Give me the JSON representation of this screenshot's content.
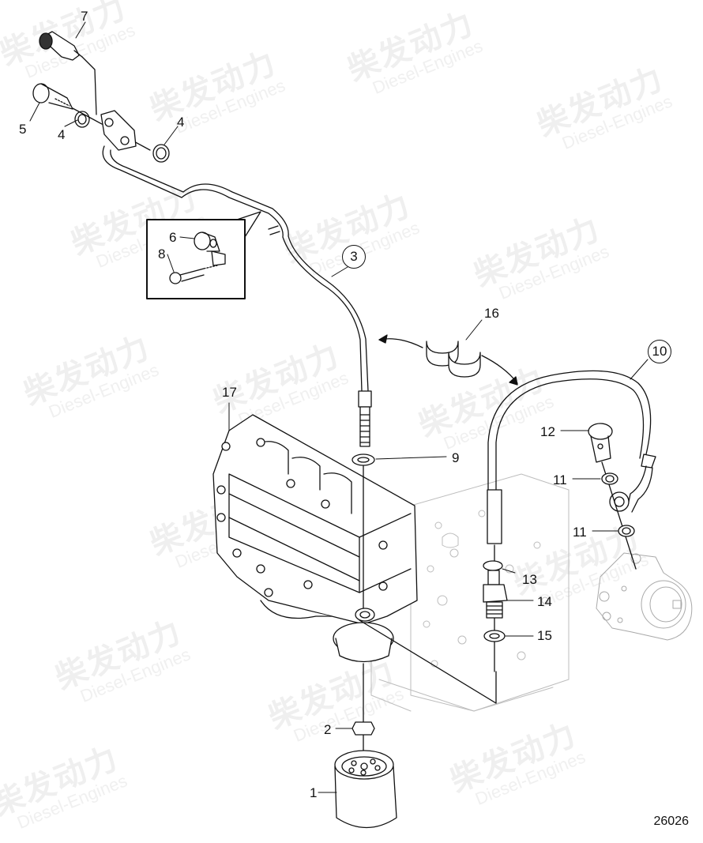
{
  "diagram": {
    "type": "exploded-parts-view",
    "subject": "Fuel filter / fuel pipe assembly",
    "figure_number": "26026",
    "watermark": {
      "text_cn": "柴发动力",
      "text_en": "Diesel-Engines",
      "color": "#efefef"
    },
    "callouts": [
      {
        "id": "1",
        "label": "1",
        "style": "plain",
        "part": "fuel-filter-cartridge"
      },
      {
        "id": "2",
        "label": "2",
        "style": "plain",
        "part": "nipple-nut"
      },
      {
        "id": "3",
        "label": "3",
        "style": "circle",
        "part": "fuel-pipe"
      },
      {
        "id": "4a",
        "label": "4",
        "style": "plain",
        "part": "sealing-washer"
      },
      {
        "id": "4b",
        "label": "4",
        "style": "plain",
        "part": "sealing-washer"
      },
      {
        "id": "5",
        "label": "5",
        "style": "plain",
        "part": "banjo-bolt"
      },
      {
        "id": "6",
        "label": "6",
        "style": "plain",
        "part": "rubber-grommet"
      },
      {
        "id": "7",
        "label": "7",
        "style": "plain",
        "part": "pressure-sensor"
      },
      {
        "id": "8",
        "label": "8",
        "style": "plain",
        "part": "flange-screw"
      },
      {
        "id": "9",
        "label": "9",
        "style": "plain",
        "part": "sealing-washer"
      },
      {
        "id": "10",
        "label": "10",
        "style": "circle",
        "part": "fuel-hose"
      },
      {
        "id": "11a",
        "label": "11",
        "style": "plain",
        "part": "sealing-washer"
      },
      {
        "id": "11b",
        "label": "11",
        "style": "plain",
        "part": "sealing-washer"
      },
      {
        "id": "12",
        "label": "12",
        "style": "plain",
        "part": "banjo-bolt"
      },
      {
        "id": "13",
        "label": "13",
        "style": "plain",
        "part": "hose-clamp"
      },
      {
        "id": "14",
        "label": "14",
        "style": "plain",
        "part": "nipple"
      },
      {
        "id": "15",
        "label": "15",
        "style": "plain",
        "part": "sealing-washer"
      },
      {
        "id": "16",
        "label": "16",
        "style": "plain",
        "part": "hose-clip"
      },
      {
        "id": "17",
        "label": "17",
        "style": "plain",
        "part": "fuel-filter-housing"
      }
    ]
  }
}
